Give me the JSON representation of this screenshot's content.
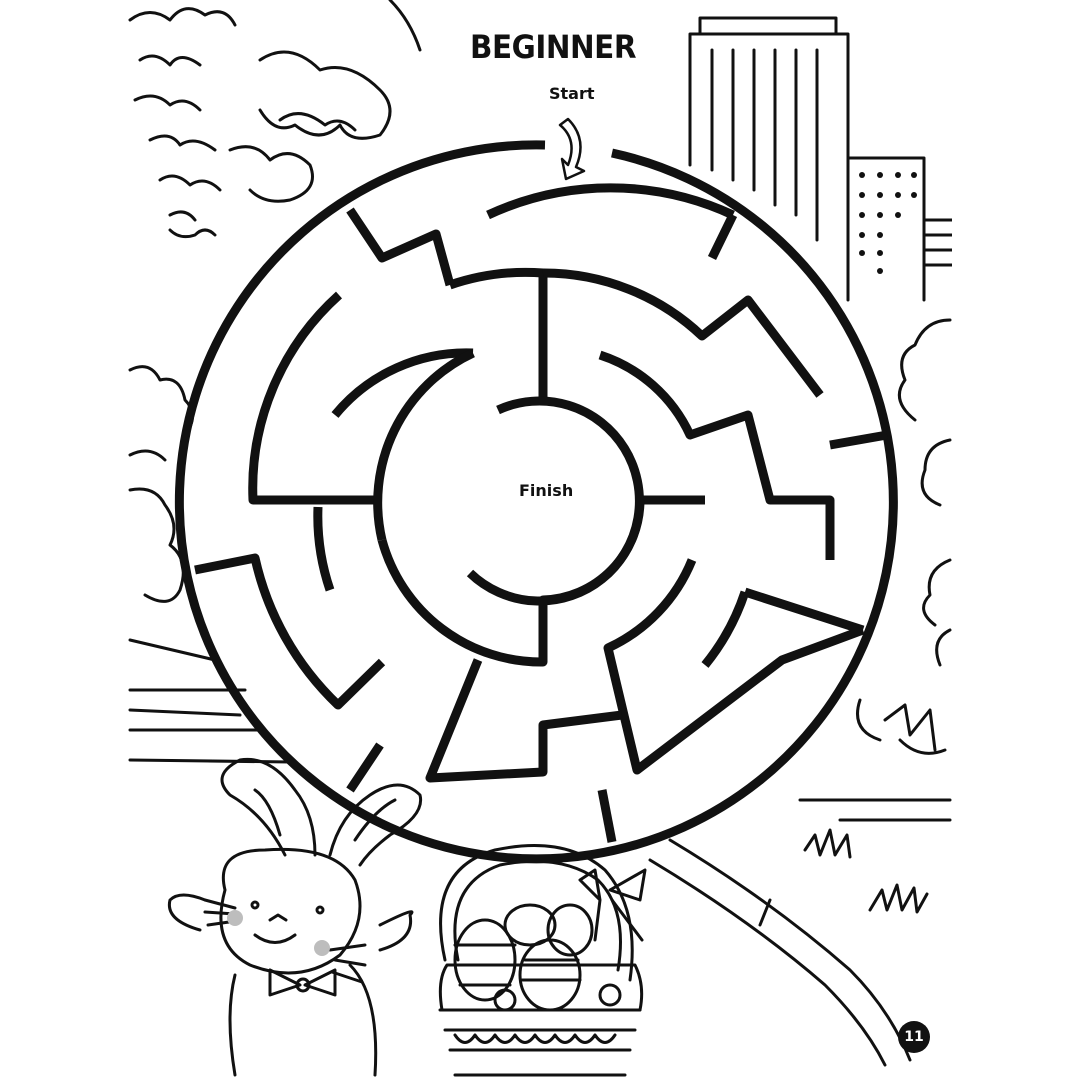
{
  "page": {
    "title": "BEGINNER",
    "start_label": "Start",
    "finish_label": "Finish",
    "page_number": "11"
  },
  "colors": {
    "ink": "#111111",
    "paper": "#ffffff",
    "cheek": "#bdbdbd"
  },
  "icons": [
    "start-arrow-icon",
    "bunny-illustration",
    "easter-basket-illustration",
    "tree-illustration",
    "building-illustration"
  ]
}
